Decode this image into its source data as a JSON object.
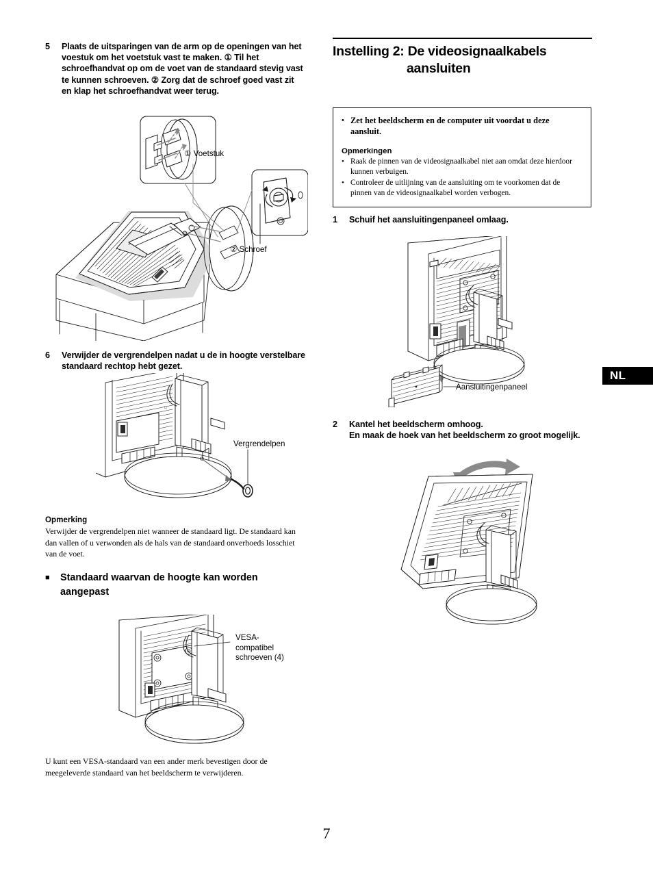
{
  "page": {
    "number": "7",
    "language_tab": "NL"
  },
  "left_column": {
    "step5": {
      "number": "5",
      "text": "Plaats de uitsparingen van de arm op de openingen van het voestuk om het voetstuk vast te maken. ① Til het schroefhandvat op om de voet van de standaard stevig vast te kunnen schroeven. ② Zorg dat de schroef goed vast zit en klap het schroefhandvat weer terug."
    },
    "figure1_labels": {
      "label1": "① Voetstuk",
      "label2": "② Schroef"
    },
    "step6": {
      "number": "6",
      "text": "Verwijder de vergrendelpen nadat u de in hoogte verstelbare standaard rechtop hebt gezet."
    },
    "figure2_labels": {
      "label1": "Vergrendelpen"
    },
    "note": {
      "title": "Opmerking",
      "text": "Verwijder de vergrendelpen niet wanneer de standaard ligt. De standaard kan dan vallen of u verwonden als de hals van de standaard onverhoeds losschiet van de voet."
    },
    "subsection": {
      "bullet": "■",
      "title": "Standaard waarvan de hoogte kan worden aangepast"
    },
    "figure3_labels": {
      "label1": "VESA-\ncompatibel\nschroeven (4)"
    },
    "closing_paragraph": "U kunt een VESA-standaard van een ander merk bevestigen door de meegeleverde standaard van het beeldscherm te verwijderen."
  },
  "right_column": {
    "section_title_part1": "Instelling 2:",
    "section_title_part2": "De videosignaalkabels",
    "section_title_part3": "aansluiten",
    "caution": {
      "bullet": "•",
      "lead": "Zet het beeldscherm en de computer uit voordat u deze aansluit.",
      "notes_title": "Opmerkingen",
      "notes": [
        "Raak de pinnen van de videosignaalkabel niet aan omdat deze hierdoor kunnen verbuigen.",
        "Controleer de uitlijning van de aansluiting om te voorkomen dat de pinnen van de videosignaalkabel worden verbogen."
      ]
    },
    "step1": {
      "number": "1",
      "text": "Schuif het aansluitingenpaneel omlaag."
    },
    "figure4_labels": {
      "label1": "Aansluitingenpaneel"
    },
    "step2": {
      "number": "2",
      "text": "Kantel het beeldscherm omhoog.\nEn maak de hoek van het beeldscherm zo groot mogelijk."
    }
  },
  "colors": {
    "ink": "#000000",
    "paper": "#ffffff",
    "shade_light": "#d9d9d9",
    "shade_mid": "#9a9a9a",
    "line": "#1a1a1a"
  }
}
